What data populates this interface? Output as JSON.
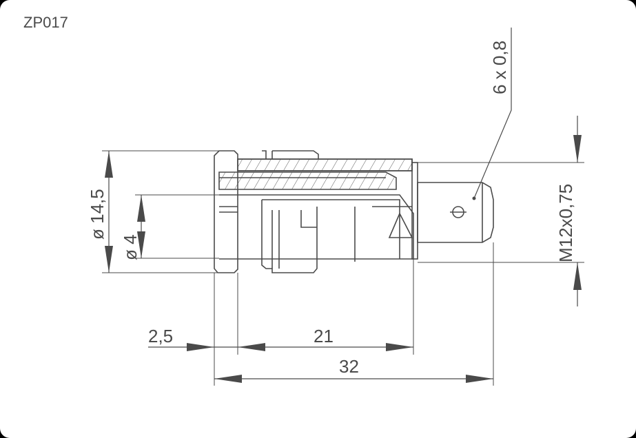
{
  "drawing": {
    "part_number": "ZP017",
    "dimensions": {
      "outer_diameter": "ø 14,5",
      "bore_diameter": "ø 4",
      "flange_length": "2,5",
      "body_length": "21",
      "total_length": "32",
      "thread": "M12x0,75",
      "tab": "6 x 0,8"
    }
  }
}
